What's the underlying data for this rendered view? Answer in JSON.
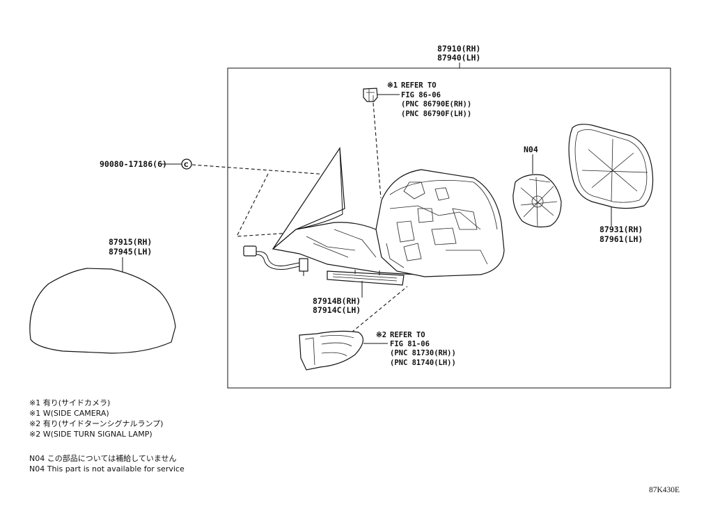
{
  "assembly": {
    "label_rh": "87910(RH)",
    "label_lh": "87940(LH)"
  },
  "screw": {
    "label": "90080-17186(6)",
    "symbol": "C"
  },
  "camera_ref": {
    "mark": "※1",
    "line1": "REFER TO",
    "line2": "FIG 86-06",
    "line3": "(PNC 86790E(RH))",
    "line4": "(PNC 86790F(LH))"
  },
  "n04_label": "N04",
  "mirror_glass": {
    "label_rh": "87931(RH)",
    "label_lh": "87961(LH)"
  },
  "cover": {
    "label_rh": "87915(RH)",
    "label_lh": "87945(LH)"
  },
  "lamp_bar": {
    "label_rh": "87914B(RH)",
    "label_lh": "87914C(LH)"
  },
  "signal_ref": {
    "mark": "※2",
    "line1": "REFER TO",
    "line2": "FIG 81-06",
    "line3": "(PNC 81730(RH))",
    "line4": "(PNC 81740(LH))"
  },
  "notes": [
    "※1 有り(サイドカメラ)",
    "※1 W(SIDE CAMERA)",
    "※2 有り(サイドターンシグナルランプ)",
    "※2 W(SIDE TURN SIGNAL LAMP)",
    "N04 この部品については補給していません",
    "N04 This part is not available for service"
  ],
  "figure_code": "87K430E"
}
